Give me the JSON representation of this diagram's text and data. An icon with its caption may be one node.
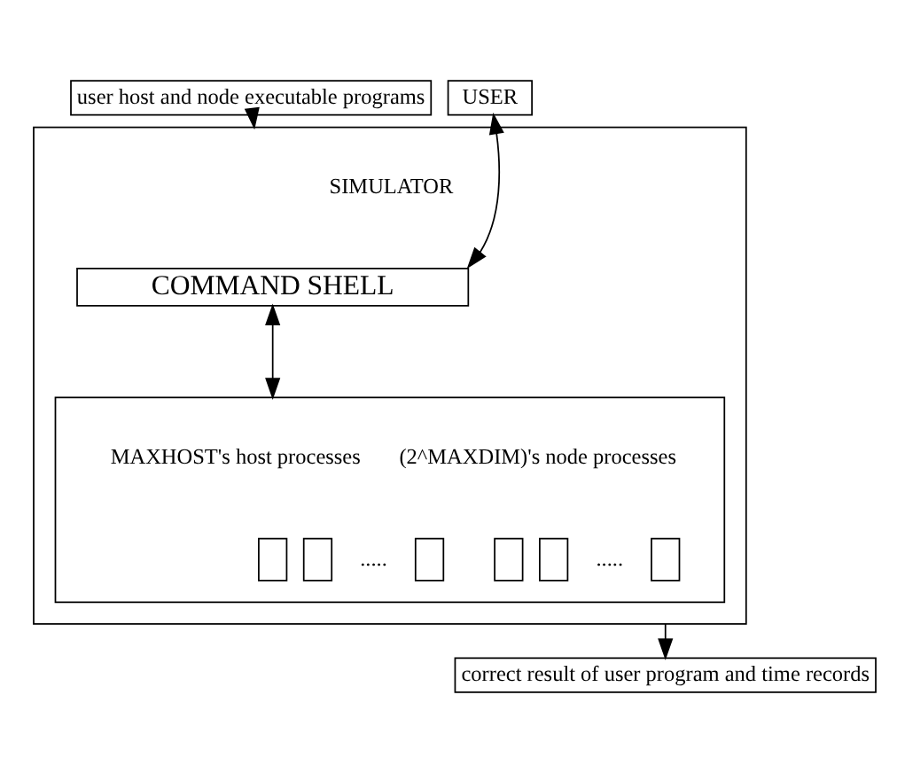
{
  "diagram": {
    "nodes": [
      {
        "text": [
          "user host and node executable programs"
        ]
      },
      {
        "text": [
          "USER"
        ]
      },
      {
        "text": [
          "SIMULATOR"
        ]
      },
      {
        "text": [
          "COMMAND SHELL"
        ],
        "in": 2
      },
      {
        "text": [
          "MAXHOST's host processes",
          "(2^MAXDIM)'s node processes"
        ],
        "in": 2
      },
      {
        "text": [],
        "shape": "box",
        "in": 4
      },
      {
        "text": [],
        "shape": "box",
        "in": 4
      },
      {
        "text": [],
        "shape": "box",
        "in": 4
      },
      {
        "text": [],
        "shape": "box",
        "in": 4
      },
      {
        "text": [],
        "shape": "box",
        "in": 4
      },
      {
        "text": [],
        "shape": "box",
        "in": 4
      },
      {
        "text": [
          "correct result of user program and time records"
        ]
      }
    ],
    "edges": [
      {
        "from": 0,
        "to": 2,
        "arrow": "to"
      },
      {
        "from": 1,
        "to": 3,
        "arrow": "both"
      },
      {
        "from": 3,
        "to": 4,
        "arrow": "both"
      },
      {
        "from": 2,
        "to": 11,
        "arrow": "to"
      }
    ],
    "labels": [
      ".....",
      "....."
    ]
  }
}
